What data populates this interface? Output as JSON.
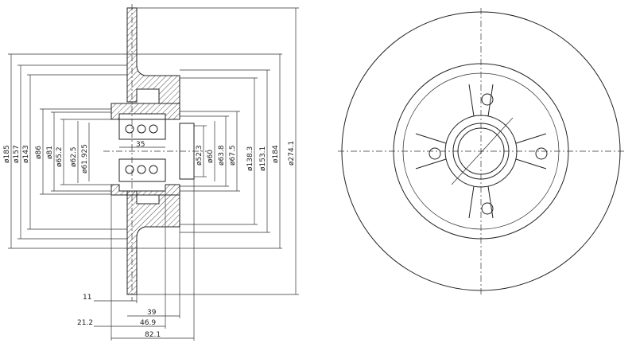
{
  "side_view": {
    "vertical_dims": [
      {
        "id": "d185",
        "label": "ø185"
      },
      {
        "id": "d157",
        "label": "ø157"
      },
      {
        "id": "d143",
        "label": "ø143"
      },
      {
        "id": "d86",
        "label": "ø86"
      },
      {
        "id": "d81",
        "label": "ø81"
      },
      {
        "id": "d65_2",
        "label": "ø65.2"
      },
      {
        "id": "d62_5",
        "label": "ø62.5"
      },
      {
        "id": "d61_925",
        "label": "ø61.925"
      },
      {
        "id": "d52_3",
        "label": "ø52.3"
      },
      {
        "id": "d60",
        "label": "ø60"
      },
      {
        "id": "d63_8",
        "label": "ø63.8"
      },
      {
        "id": "d67_5",
        "label": "ø67.5"
      },
      {
        "id": "d138_3",
        "label": "ø138.3"
      },
      {
        "id": "d153_1",
        "label": "ø153.1"
      },
      {
        "id": "d184",
        "label": "ø184"
      },
      {
        "id": "d274_1",
        "label": "ø274.1"
      }
    ],
    "horizontal_dims": [
      {
        "id": "w35",
        "label": "35"
      },
      {
        "id": "w11",
        "label": "11"
      },
      {
        "id": "w39",
        "label": "39"
      },
      {
        "id": "w21_2",
        "label": "21.2"
      },
      {
        "id": "w46_9",
        "label": "46.9"
      },
      {
        "id": "w82_1",
        "label": "82.1"
      }
    ]
  }
}
